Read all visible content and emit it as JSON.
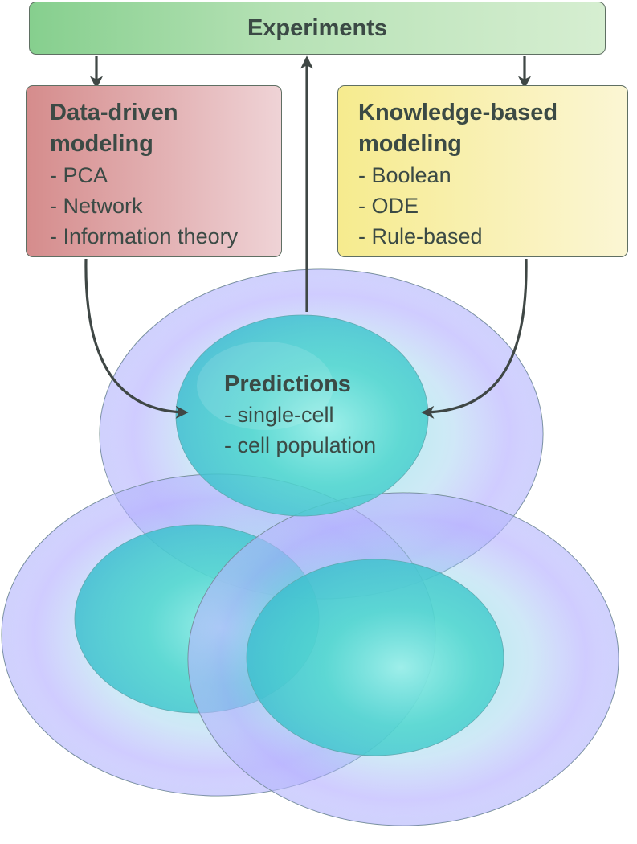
{
  "experiments": {
    "label": "Experiments"
  },
  "data_driven": {
    "title_line1": "Data-driven",
    "title_line2": "modeling",
    "items": [
      "- PCA",
      "- Network",
      "- Information theory"
    ]
  },
  "knowledge_based": {
    "title_line1": "Knowledge-based",
    "title_line2": "modeling",
    "items": [
      "- Boolean",
      "- ODE",
      "- Rule-based"
    ]
  },
  "predictions": {
    "title": "Predictions",
    "items": [
      "- single-cell",
      "- cell population"
    ]
  },
  "colors": {
    "experiments": "#a8dba8",
    "data_driven": "#e1a9ab",
    "knowledge_based": "#f8efa8",
    "cell_cyan": "#4fd6d0",
    "cell_violet": "#a9a6ff",
    "arrow": "#3f4745"
  }
}
